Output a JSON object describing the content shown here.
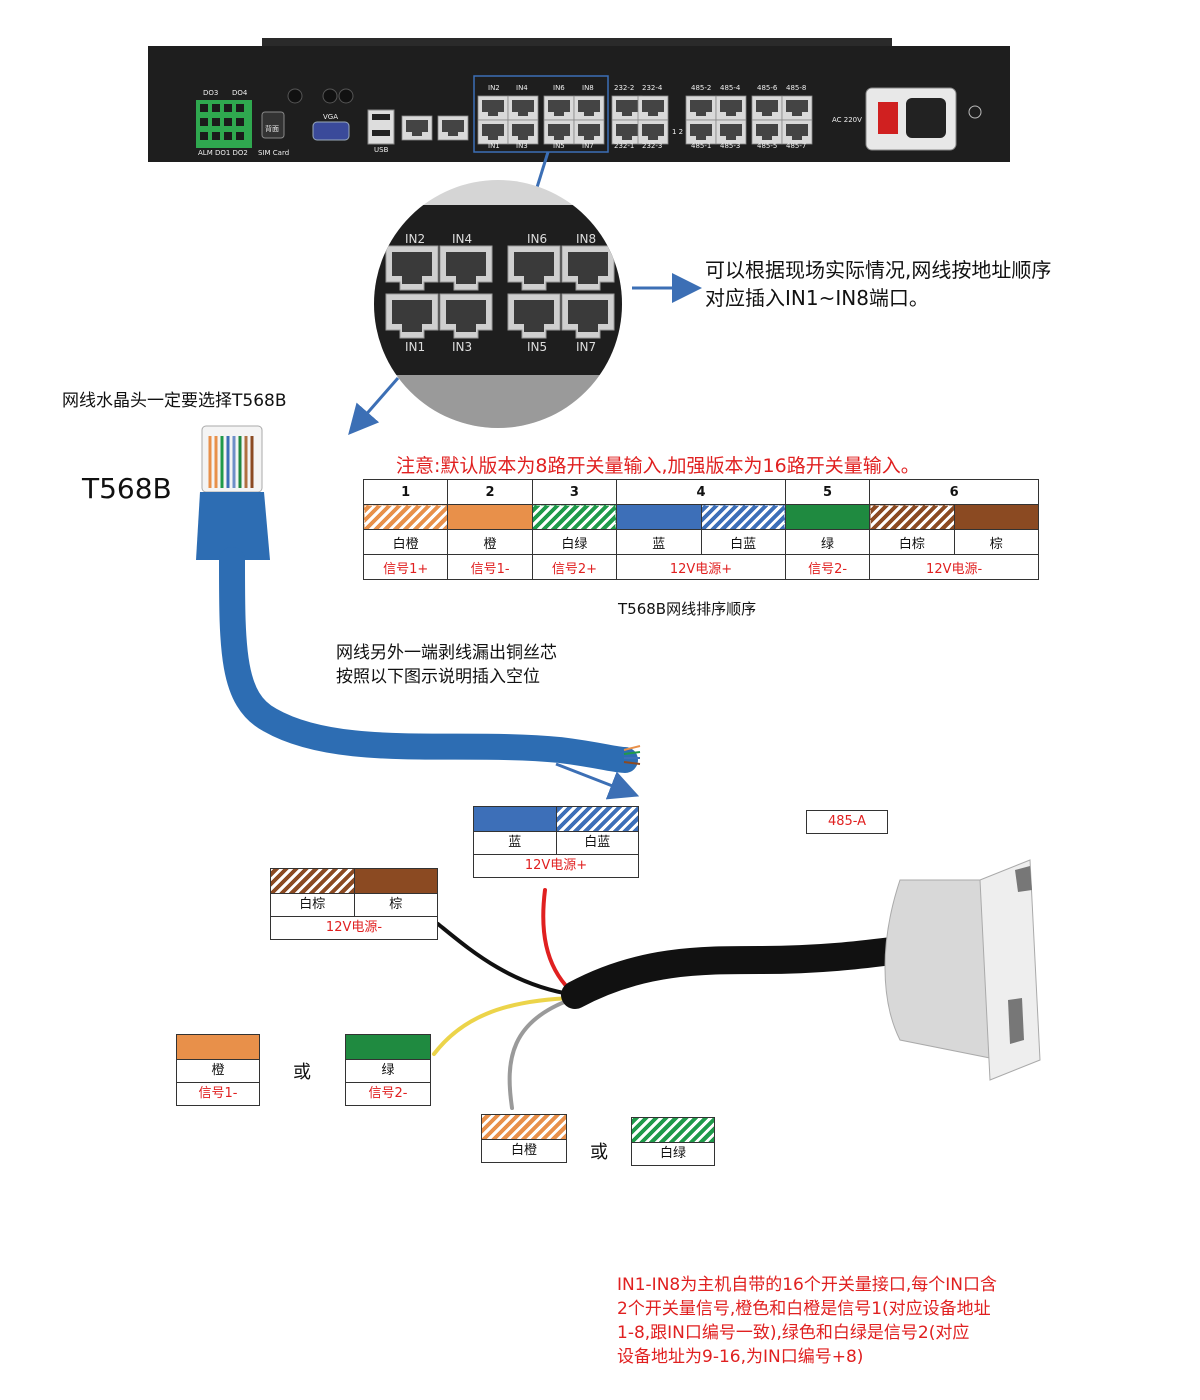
{
  "device": {
    "ports": {
      "do3": "DO3",
      "do4": "DO4",
      "alm_row": "ALM DO1 DO2",
      "sim": "SIM Card",
      "sim_icon_text": "背面",
      "vga": "VGA",
      "usb": "USB",
      "in_top": [
        "IN2",
        "IN4",
        "IN6",
        "IN8"
      ],
      "in_bottom": [
        "IN1",
        "IN3",
        "IN5",
        "IN7"
      ],
      "rs232_top": [
        "232-2",
        "232-4"
      ],
      "rs232_bottom": [
        "232-1",
        "232-3"
      ],
      "rs232_mid": "1 2",
      "rs485_top": [
        "485-2",
        "485-4",
        "485-6",
        "485-8"
      ],
      "rs485_bottom": [
        "485-1",
        "485-3",
        "485-5",
        "485-7"
      ],
      "ac": "AC 220V"
    }
  },
  "zoom": {
    "top": [
      "IN2",
      "IN4",
      "IN6",
      "IN8"
    ],
    "bottom": [
      "IN1",
      "IN3",
      "IN5",
      "IN7"
    ]
  },
  "notes": {
    "zoom_note_line1": "可以根据现场实际情况,网线按地址顺序",
    "zoom_note_line2": "对应插入IN1~IN8端口。",
    "rj45_note": "网线水晶头一定要选择T568B",
    "t568b": "T568B",
    "warning": "注意:默认版本为8路开关量输入,加强版本为16路开关量输入。",
    "table_caption": "T568B网线排序顺序",
    "strip_line1": "网线另外一端剥线漏出铜丝芯",
    "strip_line2": "按照以下图示说明插入空位",
    "bottom_line1": "IN1-IN8为主机自带的16个开关量接口,每个IN口含",
    "bottom_line2": "2个开关量信号,橙色和白橙是信号1(对应设备地址",
    "bottom_line3": "1-8,跟IN口编号一致),绿色和白绿是信号2(对应",
    "bottom_line4": "设备地址为9-16,为IN口编号+8)"
  },
  "pin_table": {
    "numbers": [
      "1",
      "2",
      "3",
      "4",
      "5",
      "6"
    ],
    "colors": [
      "白橙",
      "橙",
      "白绿",
      "蓝",
      "白蓝",
      "绿",
      "白棕",
      "棕"
    ],
    "signals": [
      "信号1+",
      "信号1-",
      "信号2+",
      "12V电源+",
      "信号2-",
      "12V电源-"
    ]
  },
  "wiring": {
    "blue_box": {
      "c1": "蓝",
      "c2": "白蓝",
      "sig": "12V电源+"
    },
    "brown_box": {
      "c1": "白棕",
      "c2": "棕",
      "sig": "12V电源-"
    },
    "badge": "485-A",
    "orange_box": {
      "c": "橙",
      "sig": "信号1-"
    },
    "green_box": {
      "c": "绿",
      "sig": "信号2-"
    },
    "or1": "或",
    "wh_orange": "白橙",
    "wh_green": "白绿",
    "or2": "或"
  },
  "colors": {
    "orange": "#e8904a",
    "green": "#1f8a40",
    "blue": "#3d6fb8",
    "brown": "#8b4a22",
    "red_text": "#e02020",
    "cable": "#2d6db3",
    "arrow": "#3c6fb5"
  }
}
